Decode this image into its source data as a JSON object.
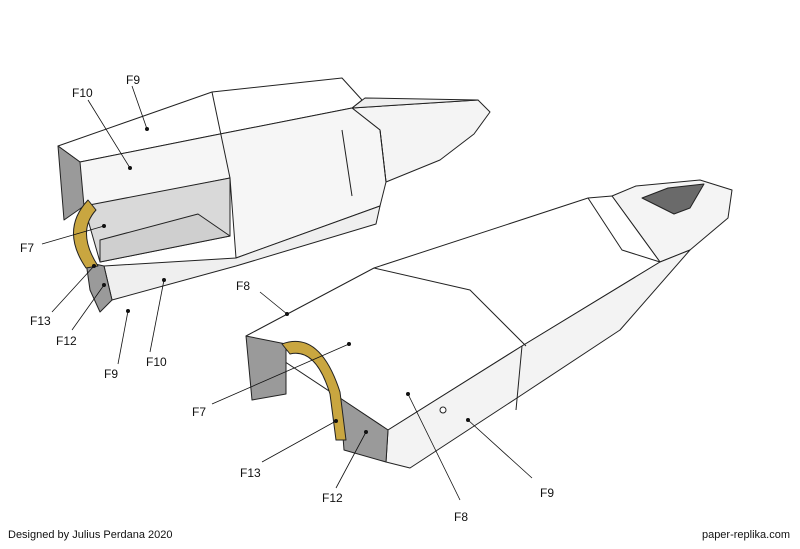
{
  "credit": "Designed by Julius Perdana 2020",
  "site": "paper-replika.com",
  "colors": {
    "paper": "#ffffff",
    "shade": "#e9e9e9",
    "dark": "#9a9a9a",
    "gold": "#c9a640",
    "line": "#222222"
  },
  "labels": {
    "top_f10": "F10",
    "top_f9": "F9",
    "top_f7": "F7",
    "top_f13": "F13",
    "top_f12": "F12",
    "top_f9b": "F9",
    "top_f10b": "F10",
    "bot_f8": "F8",
    "bot_f7": "F7",
    "bot_f13": "F13",
    "bot_f12": "F12",
    "bot_f8b": "F8",
    "bot_f9": "F9"
  }
}
